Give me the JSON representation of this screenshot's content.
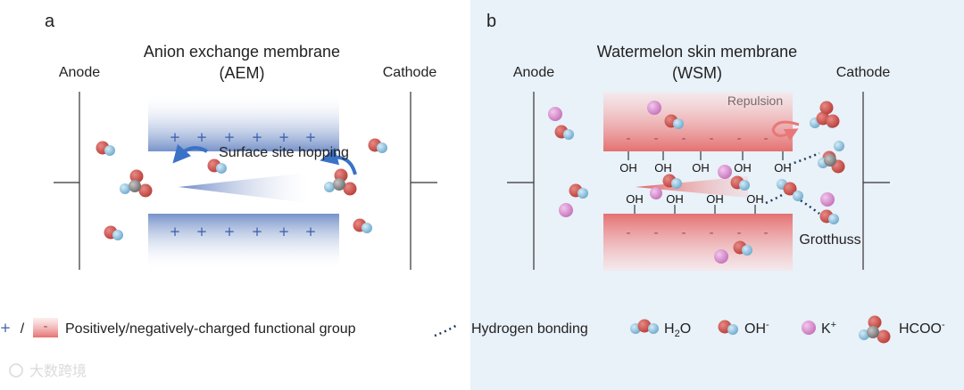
{
  "panel_a": {
    "letter": "a",
    "title_line1": "Anion exchange membrane",
    "title_line2": "(AEM)",
    "anode": "Anode",
    "cathode": "Cathode",
    "hopping_label": "Surface site hopping",
    "plus_sign": "+"
  },
  "panel_b": {
    "letter": "b",
    "title_line1": "Watermelon skin membrane",
    "title_line2": "(WSM)",
    "anode": "Anode",
    "cathode": "Cathode",
    "repulsion_label": "Repulsion",
    "grotthuss_label": "Grotthuss",
    "oh_label": "OH",
    "minus_sign": "-"
  },
  "legend": {
    "plus": "+",
    "slash": "/",
    "minus": "-",
    "charged_group": "Positively/negatively-charged functional group",
    "hbond": "Hydrogen bonding",
    "h2o_main": "H",
    "h2o_sub": "2",
    "h2o_end": "O",
    "oh_main": "OH",
    "oh_sup": "-",
    "k_main": "K",
    "k_sup": "+",
    "hcoo_main": "HCOO",
    "hcoo_sup": "-"
  },
  "watermark": "大数跨境",
  "colors": {
    "panel_b_bg": "#e9f1f9",
    "aem_blue": "#3f63ad",
    "wsm_red": "#e46a6a",
    "oxygen": "#cc4a44",
    "hydrogen": "#8ec6e3",
    "carbon": "#8a8a8a",
    "potassium": "#d98ccf",
    "arrow_blue": "#3a72c6"
  }
}
